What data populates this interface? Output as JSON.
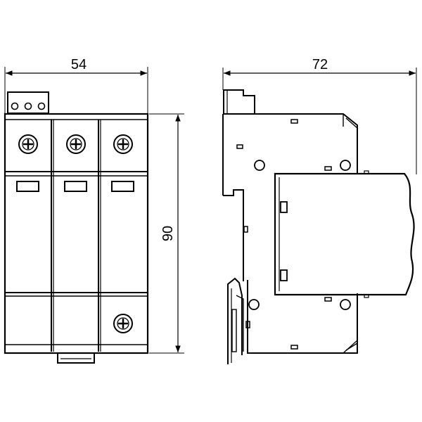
{
  "dimensions": {
    "width": "54",
    "depth": "72",
    "height": "90"
  },
  "colors": {
    "line": "#000000",
    "background": "#ffffff"
  }
}
